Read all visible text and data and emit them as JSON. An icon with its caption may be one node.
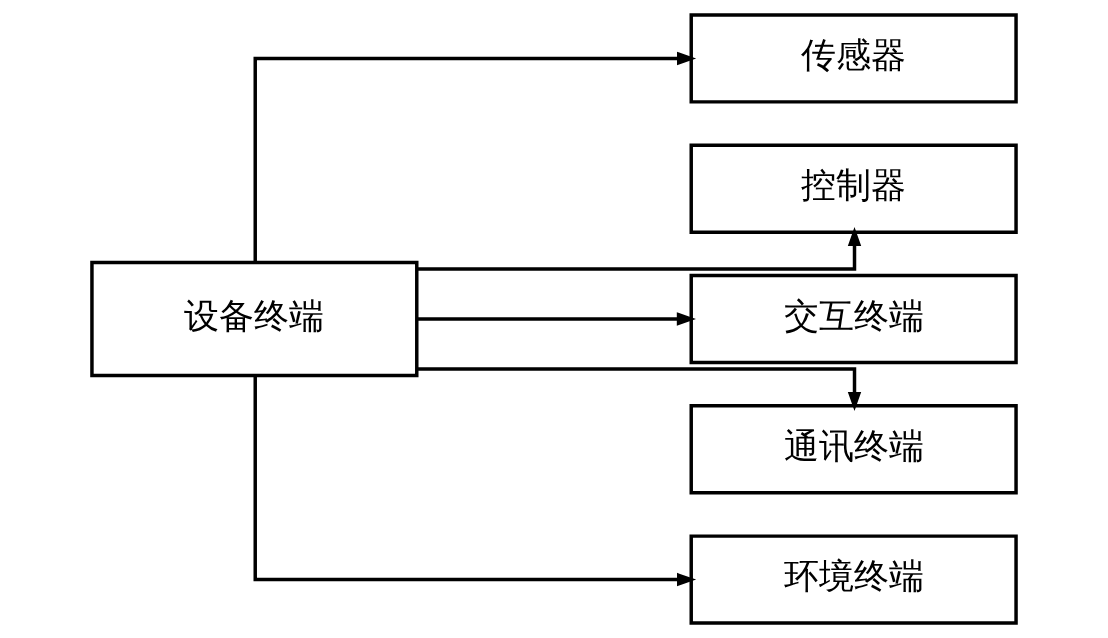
{
  "diagram": {
    "nodes": [
      {
        "text": [
          "设备终端"
        ]
      },
      {
        "text": [
          "传感器"
        ]
      },
      {
        "text": [
          "控制器"
        ]
      },
      {
        "text": [
          "交互终端"
        ]
      },
      {
        "text": [
          "通讯终端"
        ]
      },
      {
        "text": [
          "环境终端"
        ]
      }
    ],
    "edges": [
      {
        "from": 0,
        "to": 1,
        "arrow": "to"
      },
      {
        "from": 0,
        "to": 2,
        "arrow": "to"
      },
      {
        "from": 0,
        "to": 3,
        "arrow": "to"
      },
      {
        "from": 0,
        "to": 4,
        "arrow": "to"
      },
      {
        "from": 0,
        "to": 5,
        "arrow": "to"
      }
    ]
  }
}
